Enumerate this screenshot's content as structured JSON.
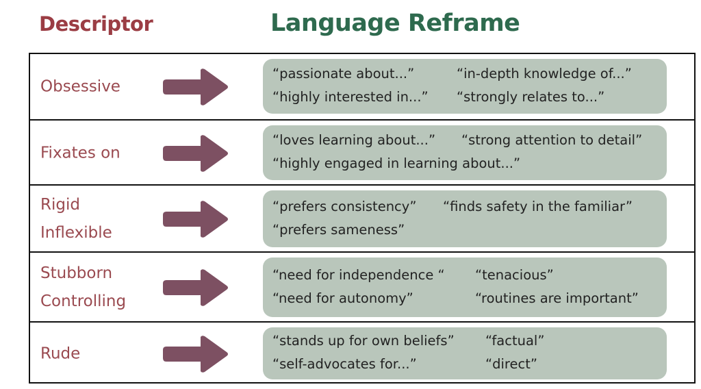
{
  "headers": {
    "descriptor": "Descriptor",
    "reframe": "Language Reframe"
  },
  "colors": {
    "descriptor_heading": "#9b3d44",
    "reframe_heading": "#2e6a4e",
    "arrow": "#7d5062",
    "box": "#b9c6bb"
  },
  "rows": [
    {
      "descriptor": [
        "Obsessive"
      ],
      "reframes": [
        [
          "“passionate about...”",
          "“in-depth knowledge of...”"
        ],
        [
          "“highly interested in...”",
          "“strongly relates to...”"
        ]
      ]
    },
    {
      "descriptor": [
        "Fixates on"
      ],
      "reframes": [
        [
          "“loves learning about...”",
          "“strong attention to detail”"
        ],
        [
          "“highly engaged in learning about...”",
          ""
        ]
      ]
    },
    {
      "descriptor": [
        "Rigid",
        "Inflexible"
      ],
      "reframes": [
        [
          "“prefers consistency”",
          "“finds safety in the familiar”"
        ],
        [
          "“prefers sameness”",
          ""
        ]
      ]
    },
    {
      "descriptor": [
        "Stubborn",
        "Controlling"
      ],
      "reframes": [
        [
          "“need for independence “",
          "“tenacious”"
        ],
        [
          "“need for autonomy”",
          "“routines are important”"
        ]
      ]
    },
    {
      "descriptor": [
        "Rude"
      ],
      "reframes": [
        [
          "“stands up for own beliefs”",
          "“factual”"
        ],
        [
          "“self-advocates for...”",
          "“direct”"
        ]
      ]
    }
  ]
}
